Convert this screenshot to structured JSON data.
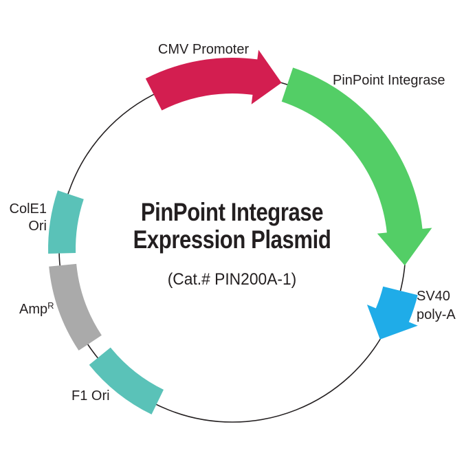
{
  "title": {
    "line1": "PinPoint Integrase",
    "line2": "Expression Plasmid",
    "catalog": "(Cat.# PIN200A-1)"
  },
  "backbone": {
    "color": "#231F20"
  },
  "background_color": "#FFFFFF",
  "text_color": "#231F20",
  "features": {
    "cmv_promoter": {
      "label": "CMV Promoter",
      "color": "#D31E50"
    },
    "pinpoint_integrase": {
      "label": "PinPoint Integrase",
      "color": "#53CE66"
    },
    "sv40_polya": {
      "label_line1": "SV40",
      "label_line2": "poly-A",
      "color": "#1FACE8"
    },
    "f1_ori": {
      "label": "F1 Ori",
      "color": "#5AC2B8"
    },
    "amp_r": {
      "label_base": "Amp",
      "label_superscript": "R",
      "color": "#AAAAAA"
    },
    "cole1_ori": {
      "label_line1": "ColE1",
      "label_line2": "Ori",
      "color": "#5AC2B8"
    }
  }
}
